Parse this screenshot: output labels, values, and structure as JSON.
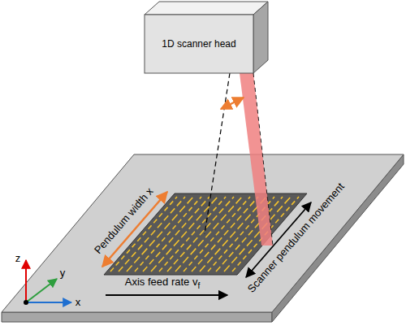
{
  "diagram": {
    "nodes": [
      {
        "text": [
          "1D scanner head"
        ]
      }
    ],
    "labels": [
      "Pendulum width x",
      "Scanner pendulum movement",
      "Axis feed rate v",
      "f",
      "z",
      "y",
      "x"
    ]
  }
}
